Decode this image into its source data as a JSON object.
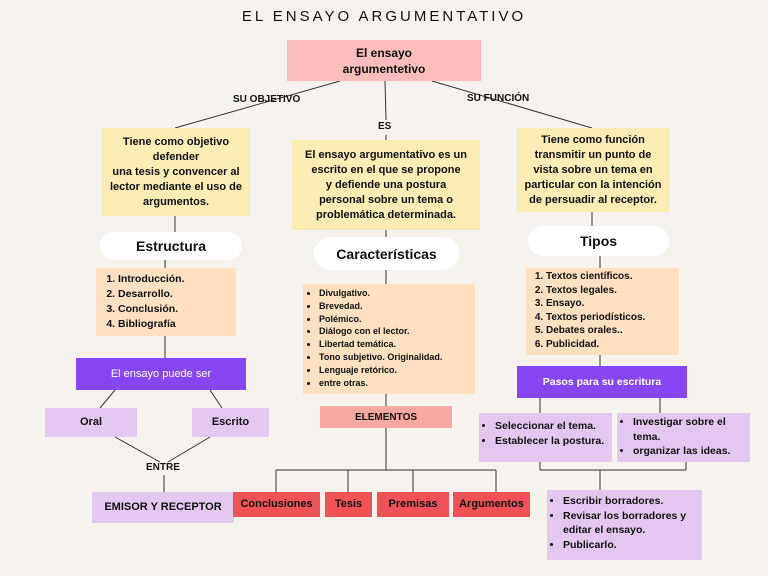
{
  "title": "EL ENSAYO ARGUMENTATIVO",
  "root": {
    "line1": "El ensayo",
    "line2": "argumentetivo"
  },
  "labels": {
    "objetivo": "SU OBJETIVO",
    "es": "ES",
    "funcion": "SU FUNCIÓN",
    "entre": "ENTRE"
  },
  "left": {
    "description": [
      "Tiene como objetivo",
      "defender",
      "una tesis y convencer al",
      "lector mediante el uso de",
      "argumentos."
    ],
    "heading": "Estructura",
    "items": [
      "Introducción.",
      "Desarrollo.",
      "Conclusión.",
      "Bibliografía"
    ],
    "purple_box": "El ensayo puede ser",
    "oral": "Oral",
    "escrito": "Escrito",
    "emisor": "EMISOR Y RECEPTOR"
  },
  "center": {
    "description": [
      "El ensayo argumentativo es un",
      "escrito en el que se propone",
      "y defiende una postura",
      "personal sobre un tema o",
      "problemática determinada."
    ],
    "heading": "Características",
    "items": [
      "Divulgativo.",
      "Brevedad.",
      "Polémico.",
      "Diálogo con el lector.",
      "Libertad temática.",
      "Tono subjetivo. Originalidad.",
      "Lenguaje retórico.",
      "entre otras."
    ],
    "elementos": "ELEMENTOS",
    "elements": [
      "Conclusiones",
      "Tesis",
      "Premisas",
      "Argumentos"
    ]
  },
  "right": {
    "description": [
      "Tiene como función",
      "transmitir un punto de",
      "vista sobre un tema en",
      "particular con la intención",
      "de persuadir al receptor."
    ],
    "heading": "Tipos",
    "items": [
      "Textos científicos.",
      "Textos legales.",
      "Ensayo.",
      "Textos periodísticos.",
      "Debates orales..",
      "Publicidad."
    ],
    "purple_box": "Pasos para su escritura",
    "steps_a": [
      "Seleccionar el tema.",
      "Establecer la postura."
    ],
    "steps_b": [
      "Investigar sobre el tema.",
      "organizar las ideas."
    ],
    "steps_c": [
      "Escribir borradores.",
      "Revisar los borradores y editar el ensayo.",
      "Publicarlo."
    ]
  },
  "colors": {
    "background": "#f6f3ee",
    "pink": "#fbbcbc",
    "yellow": "#f9edb4",
    "peach": "#fde0c0",
    "purple": "#8547f3",
    "lilac": "#e2c8ee",
    "red": "#ef5357",
    "salmon": "#f7a8a3"
  }
}
